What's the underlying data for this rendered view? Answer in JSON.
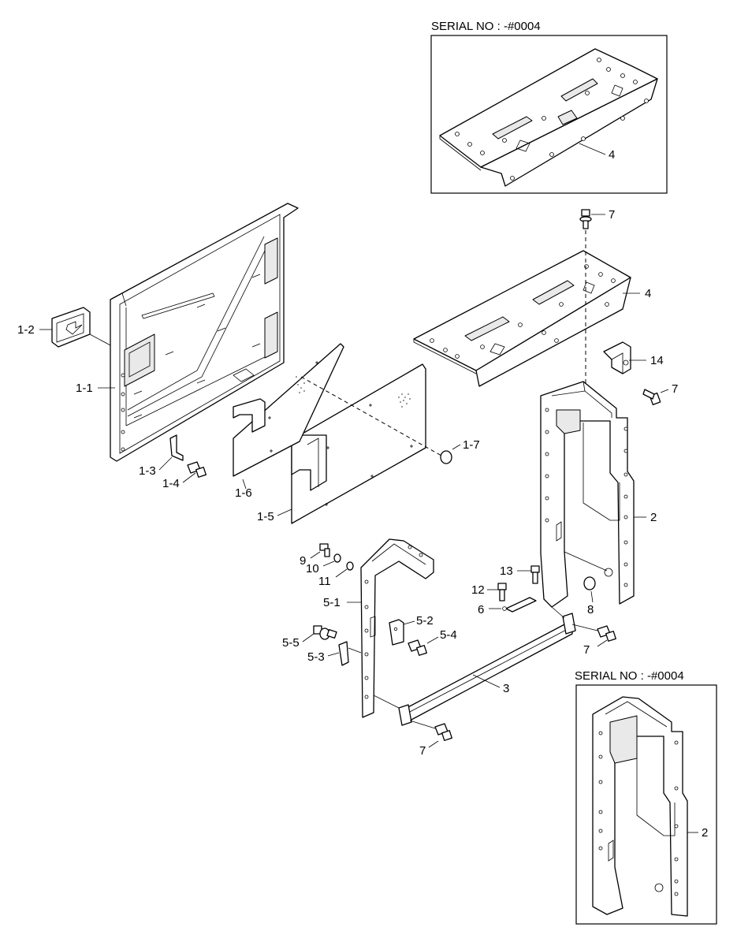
{
  "insets": [
    {
      "id": "plate",
      "header": "SERIAL NO : -#0004"
    },
    {
      "id": "frame",
      "header": "SERIAL NO : -#0004"
    }
  ],
  "callouts": {
    "c1_2": "1-2",
    "c1_1": "1-1",
    "c1_3": "1-3",
    "c1_4": "1-4",
    "c1_5": "1-5",
    "c1_6": "1-6",
    "c1_7": "1-7",
    "c2": "2",
    "c2_inset": "2",
    "c3": "3",
    "c4": "4",
    "c4_inset": "4",
    "c5_1": "5-1",
    "c5_2": "5-2",
    "c5_3": "5-3",
    "c5_4": "5-4",
    "c5_5": "5-5",
    "c6": "6",
    "c7_top": "7",
    "c7_bracket": "7",
    "c7_right": "7",
    "c7_bottom": "7",
    "c8": "8",
    "c9": "9",
    "c10": "10",
    "c11": "11",
    "c12": "12",
    "c13": "13",
    "c14": "14"
  }
}
